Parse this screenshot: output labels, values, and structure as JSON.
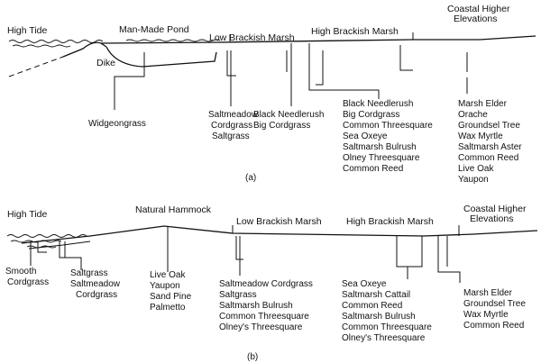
{
  "panel_a": {
    "caption": "(a)",
    "zones": {
      "high_tide": "High Tide",
      "pond": "Man-Made Pond",
      "low_marsh": "Low Brackish Marsh",
      "high_marsh": "High Brackish Marsh",
      "coastal_1": "Coastal Higher",
      "coastal_2": "Elevations",
      "dike": "Dike"
    },
    "groups": [
      [
        "Widgeongrass"
      ],
      [
        "Saltmeadow",
        "Cordgrass",
        "Saltgrass"
      ],
      [
        "Black Needlerush",
        "Big Cordgrass"
      ],
      [
        "Black Needlerush",
        "Big Cordgrass",
        "Common Threesquare",
        "Sea Oxeye",
        "Saltmarsh Bulrush",
        "Olney Threesquare",
        "Common Reed"
      ],
      [
        "Marsh Elder",
        "Orache",
        "Groundsel Tree",
        "Wax Myrtle",
        "Saltmarsh Aster",
        "Common Reed",
        "Live Oak",
        "Yaupon"
      ]
    ]
  },
  "panel_b": {
    "caption": "(b)",
    "zones": {
      "high_tide": "High Tide",
      "hammock": "Natural Hammock",
      "low_marsh": "Low Brackish Marsh",
      "high_marsh": "High Brackish Marsh",
      "coastal_1": "Coastal Higher",
      "coastal_2": "Elevations"
    },
    "groups": [
      [
        "Smooth",
        "Cordgrass"
      ],
      [
        "Saltgrass",
        "Saltmeadow",
        "Cordgrass"
      ],
      [
        "Live Oak",
        "Yaupon",
        "Sand Pine",
        "Palmetto"
      ],
      [
        "Saltmeadow Cordgrass",
        "Saltgrass",
        "Saltmarsh Bulrush",
        "Common Threesquare",
        "Olney's Threesquare"
      ],
      [
        "Sea Oxeye",
        "Saltmarsh Cattail",
        "Common Reed",
        "Saltmarsh Bulrush",
        "Common Threesquare",
        "Olney's Threesquare"
      ],
      [
        "Marsh Elder",
        "Groundsel Tree",
        "Wax Myrtle",
        "Common Reed"
      ]
    ]
  }
}
